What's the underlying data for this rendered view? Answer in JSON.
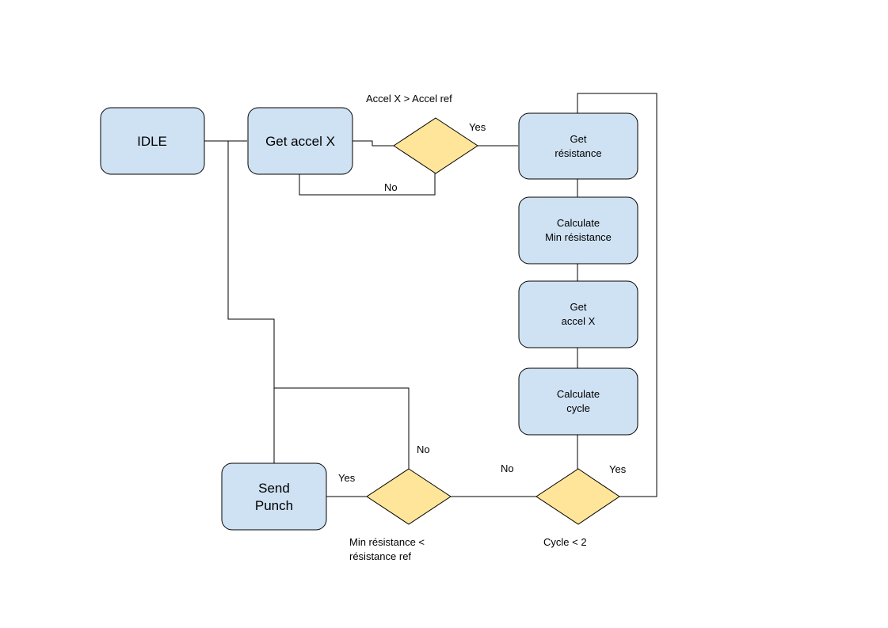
{
  "diagram": {
    "nodes": {
      "idle": {
        "lines": [
          "IDLE"
        ]
      },
      "get_accel_x_1": {
        "lines": [
          "Get accel X"
        ]
      },
      "get_resistance": {
        "lines": [
          "Get",
          "résistance"
        ]
      },
      "calc_min_resistance": {
        "lines": [
          "Calculate",
          "Min résistance"
        ]
      },
      "get_accel_x_2": {
        "lines": [
          "Get",
          "accel X"
        ]
      },
      "calc_cycle": {
        "lines": [
          "Calculate",
          "cycle"
        ]
      },
      "send_punch": {
        "lines": [
          "Send",
          "Punch"
        ]
      }
    },
    "decisions": {
      "accel_check": {
        "condition": "Accel X > Accel ref"
      },
      "resistance_check": {
        "condition_lines": [
          "Min résistance <",
          "résistance ref"
        ]
      },
      "cycle_check": {
        "condition": "Cycle < 2"
      }
    },
    "edge_labels": {
      "accel_yes": "Yes",
      "accel_no": "No",
      "resistance_yes": "Yes",
      "resistance_no": "No",
      "cycle_no": "No",
      "cycle_yes": "Yes"
    },
    "colors": {
      "process_fill": "#cfe2f3",
      "decision_fill": "#ffe599",
      "stroke": "#000000"
    }
  }
}
